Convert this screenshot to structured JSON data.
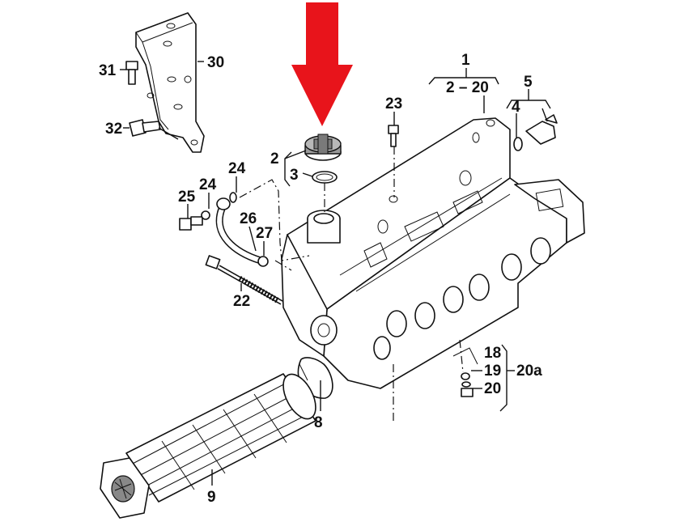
{
  "colors": {
    "arrow": "#e8141b",
    "ink": "#111111",
    "background": "#ffffff",
    "cap": "#9a9a9a"
  },
  "labels": {
    "l1": "1",
    "l2_20": "2 – 20",
    "l5": "5",
    "l4": "4",
    "l23": "23",
    "l2": "2",
    "l3": "3",
    "l24a": "24",
    "l24b": "24",
    "l25": "25",
    "l26": "26",
    "l27": "27",
    "l22": "22",
    "l31": "31",
    "l30": "30",
    "l32": "32",
    "l18": "18",
    "l19": "19",
    "l20": "20",
    "l20a": "20a",
    "l8": "8",
    "l9": "9"
  },
  "icons": {
    "highlight": "red-down-arrow-icon"
  }
}
